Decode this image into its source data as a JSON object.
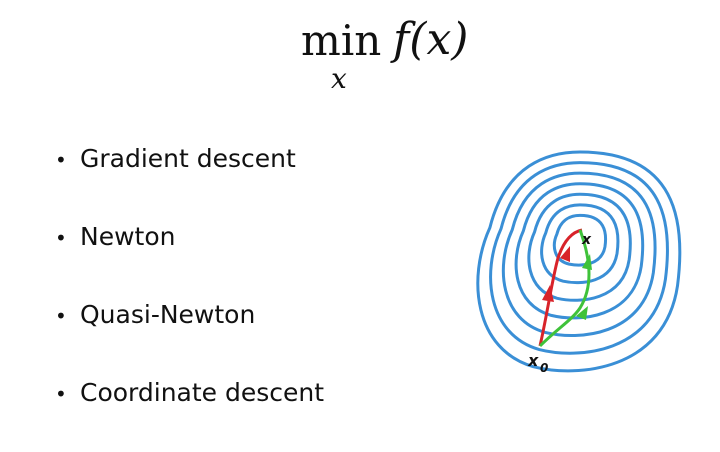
{
  "formula": {
    "operator": "min",
    "subscript": "x",
    "function": "f(x)"
  },
  "bullets": [
    {
      "label": "Gradient descent"
    },
    {
      "label": "Newton"
    },
    {
      "label": "Quasi-Newton"
    },
    {
      "label": "Coordinate descent"
    }
  ],
  "diagram": {
    "optimum_label": "x",
    "start_label": "x",
    "start_subscript": "0",
    "contour_color": "#3a8fd6",
    "path1_color": "#d8232a",
    "path2_color": "#3fc23a"
  }
}
